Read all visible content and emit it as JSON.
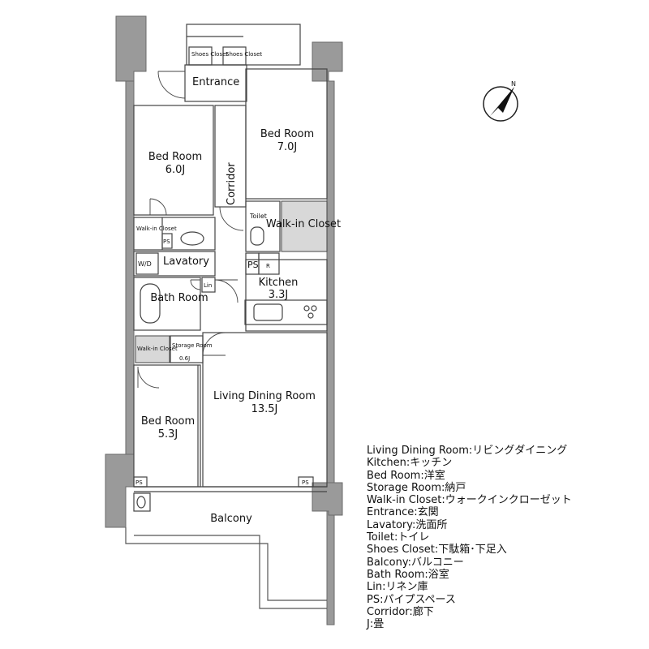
{
  "rooms": {
    "entrance": "Entrance",
    "shoes_closet": "Shoes Closet",
    "bed_room_6": {
      "name": "Bed Room",
      "size": "6.0J"
    },
    "bed_room_7": {
      "name": "Bed Room",
      "size": "7.0J"
    },
    "corridor": "Corridor",
    "toilet": "Toilet",
    "walkin_closet_large": "Walk-in Closet",
    "walkin_closet_small": "Walk-in Closet",
    "ps": "PS",
    "lavatory": "Lavatory",
    "wd": "W/D",
    "r": "R",
    "kitchen": {
      "name": "Kitchen",
      "size": "3.3J"
    },
    "bath_room": "Bath Room",
    "lin": "Lin",
    "storage_room": {
      "name": "Storage Room",
      "size": "0.6J"
    },
    "living_dining": {
      "name": "Living Dining Room",
      "size": "13.5J"
    },
    "bed_room_5": {
      "name": "Bed Room",
      "size": "5.3J"
    },
    "balcony": "Balcony"
  },
  "compass": {
    "north_label": "N"
  },
  "legend": [
    "Living Dining Room:リビングダイニング",
    "Kitchen:キッチン",
    "Bed Room:洋室",
    "Storage Room:納戸",
    "Walk-in Closet:ウォークインクローゼット",
    "Entrance:玄関",
    "Lavatory:洗面所",
    "Toilet:トイレ",
    "Shoes Closet:下駄箱･下足入",
    "Balcony:バルコニー",
    "Bath Room:浴室",
    "Lin:リネン庫",
    "PS:パイプスペース",
    "Corridor:廊下",
    "J:畳"
  ]
}
